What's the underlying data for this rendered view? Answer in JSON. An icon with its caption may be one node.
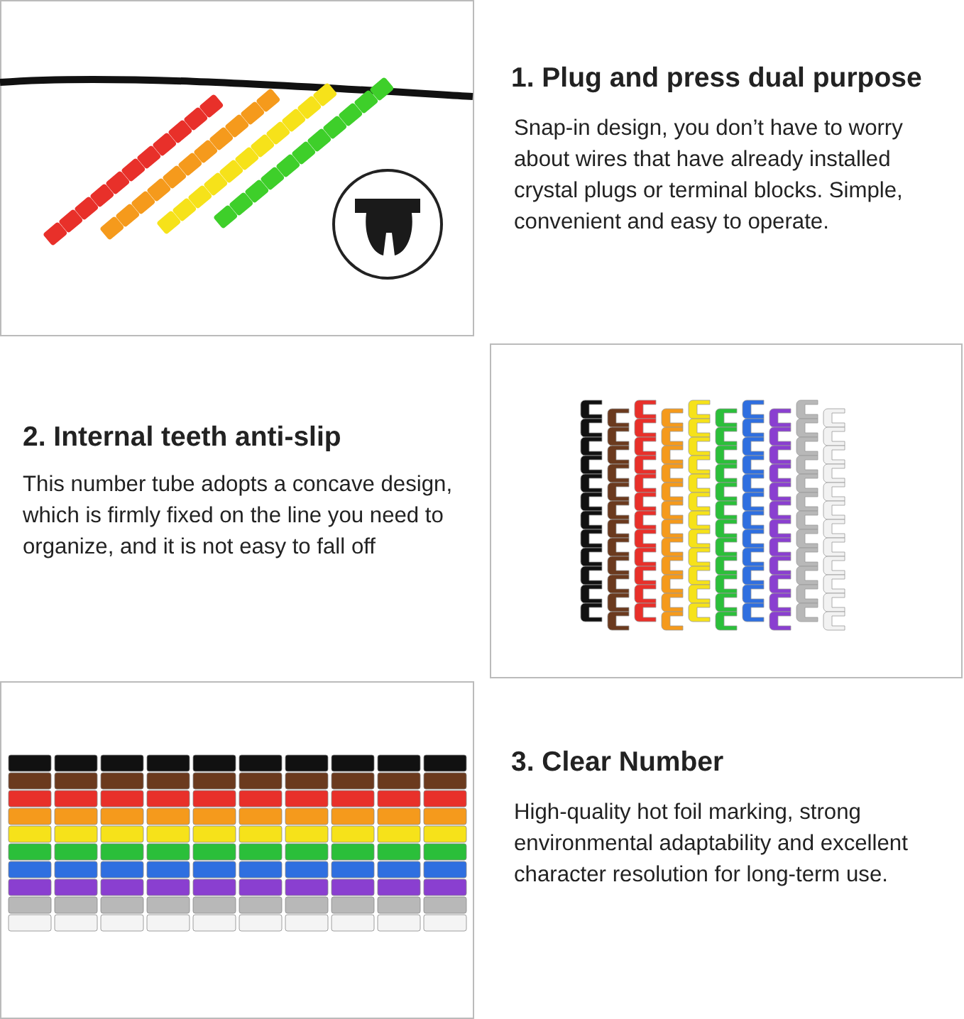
{
  "diagram": {
    "labels": [
      "1. Plug and press dual purpose",
      "Snap-in design, you don’t have to worry about wires that have already installed crystal plugs or terminal blocks. Simple, convenient and easy to operate.",
      "2. Internal teeth anti-slip",
      "This number tube adopts a concave design, which is firmly fixed on the line you need to organize, and it is not easy to fall off",
      "3. Clear Number",
      "High-quality hot foil marking, strong environmental adaptability and excellent character resolution for long-term use."
    ]
  }
}
